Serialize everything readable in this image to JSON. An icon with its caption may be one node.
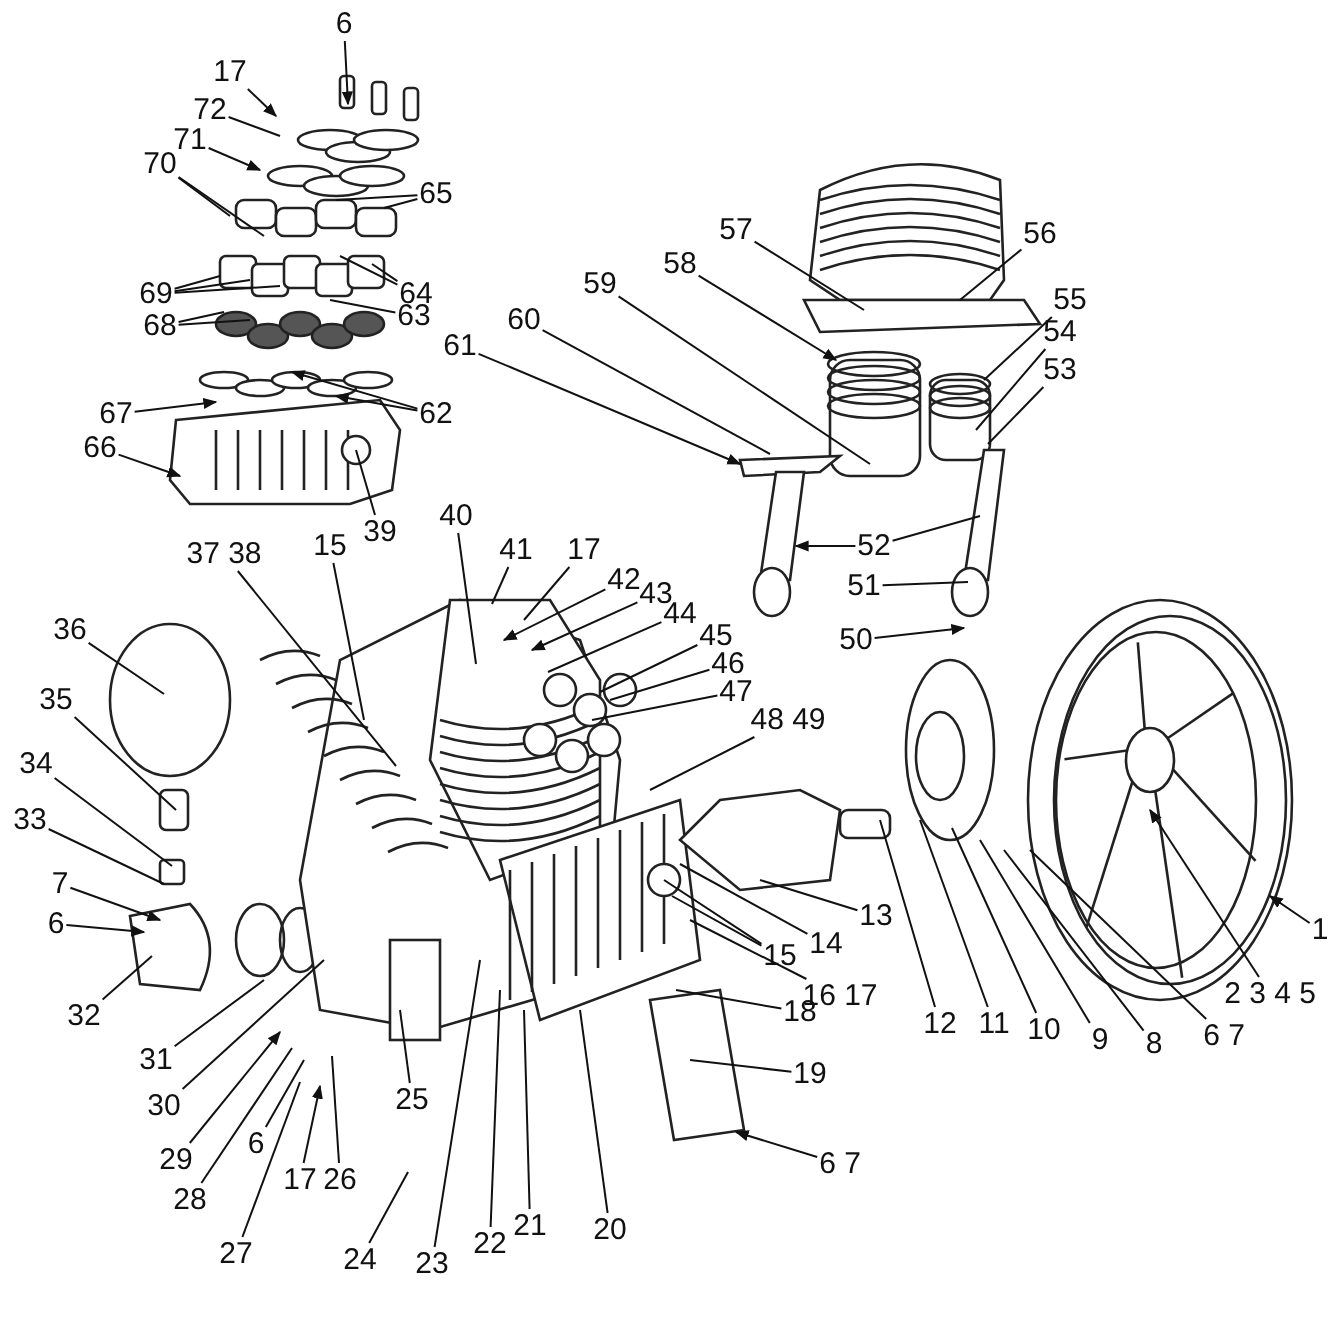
{
  "diagram": {
    "nodes": [
      {
        "text": [
          "6"
        ]
      },
      {
        "text": [
          "17"
        ]
      },
      {
        "text": [
          "72"
        ]
      },
      {
        "text": [
          "71"
        ]
      },
      {
        "text": [
          "70"
        ]
      },
      {
        "text": [
          "65"
        ]
      },
      {
        "text": [
          "69"
        ]
      },
      {
        "text": [
          "64"
        ]
      },
      {
        "text": [
          "63"
        ]
      },
      {
        "text": [
          "68"
        ]
      },
      {
        "text": [
          "62"
        ]
      },
      {
        "text": [
          "67"
        ]
      },
      {
        "text": [
          "66"
        ]
      },
      {
        "text": [
          "39"
        ]
      },
      {
        "text": [
          "57"
        ]
      },
      {
        "text": [
          "56"
        ]
      },
      {
        "text": [
          "58"
        ]
      },
      {
        "text": [
          "59"
        ]
      },
      {
        "text": [
          "55"
        ]
      },
      {
        "text": [
          "60"
        ]
      },
      {
        "text": [
          "54"
        ]
      },
      {
        "text": [
          "61"
        ]
      },
      {
        "text": [
          "53"
        ]
      },
      {
        "text": [
          "40"
        ]
      },
      {
        "text": [
          "52"
        ]
      },
      {
        "text": [
          "37 38"
        ]
      },
      {
        "text": [
          "15"
        ]
      },
      {
        "text": [
          "41"
        ]
      },
      {
        "text": [
          "17"
        ]
      },
      {
        "text": [
          "42"
        ]
      },
      {
        "text": [
          "51"
        ]
      },
      {
        "text": [
          "43"
        ]
      },
      {
        "text": [
          "44"
        ]
      },
      {
        "text": [
          "36"
        ]
      },
      {
        "text": [
          "50"
        ]
      },
      {
        "text": [
          "45"
        ]
      },
      {
        "text": [
          "46"
        ]
      },
      {
        "text": [
          "47"
        ]
      },
      {
        "text": [
          "35"
        ]
      },
      {
        "text": [
          "48 49"
        ]
      },
      {
        "text": [
          "34"
        ]
      },
      {
        "text": [
          "33"
        ]
      },
      {
        "text": [
          "7"
        ]
      },
      {
        "text": [
          "6"
        ]
      },
      {
        "text": [
          "1"
        ]
      },
      {
        "text": [
          "13"
        ]
      },
      {
        "text": [
          "14"
        ]
      },
      {
        "text": [
          "15"
        ]
      },
      {
        "text": [
          "2 3 4 5"
        ]
      },
      {
        "text": [
          "16 17"
        ]
      },
      {
        "text": [
          "18"
        ]
      },
      {
        "text": [
          "32"
        ]
      },
      {
        "text": [
          "12"
        ]
      },
      {
        "text": [
          "11"
        ]
      },
      {
        "text": [
          "10"
        ]
      },
      {
        "text": [
          "9"
        ]
      },
      {
        "text": [
          "8"
        ]
      },
      {
        "text": [
          "6 7"
        ]
      },
      {
        "text": [
          "31"
        ]
      },
      {
        "text": [
          "19"
        ]
      },
      {
        "text": [
          "30"
        ]
      },
      {
        "text": [
          "6 7"
        ]
      },
      {
        "text": [
          "29"
        ]
      },
      {
        "text": [
          "6"
        ]
      },
      {
        "text": [
          "17"
        ]
      },
      {
        "text": [
          "26"
        ]
      },
      {
        "text": [
          "25"
        ]
      },
      {
        "text": [
          "28"
        ]
      },
      {
        "text": [
          "20"
        ]
      },
      {
        "text": [
          "21"
        ]
      },
      {
        "text": [
          "22"
        ]
      },
      {
        "text": [
          "27"
        ]
      },
      {
        "text": [
          "24"
        ]
      },
      {
        "text": [
          "23"
        ]
      }
    ],
    "edges": [
      {
        "from": 0,
        "to": null,
        "arrow": "to"
      },
      {
        "from": 1,
        "to": null,
        "arrow": "to"
      },
      {
        "from": 2,
        "to": null,
        "arrow": "none"
      },
      {
        "from": 3,
        "to": null,
        "arrow": "to"
      },
      {
        "from": 4,
        "to": null,
        "arrow": "none"
      },
      {
        "from": 4,
        "to": null,
        "arrow": "none"
      },
      {
        "from": 5,
        "to": null,
        "arrow": "none"
      },
      {
        "from": 5,
        "to": null,
        "arrow": "none"
      },
      {
        "from": 6,
        "to": null,
        "arrow": "none"
      },
      {
        "from": 6,
        "to": null,
        "arrow": "none"
      },
      {
        "from": 6,
        "to": null,
        "arrow": "none"
      },
      {
        "from": 7,
        "to": null,
        "arrow": "none"
      },
      {
        "from": 7,
        "to": null,
        "arrow": "none"
      },
      {
        "from": 8,
        "to": null,
        "arrow": "none"
      },
      {
        "from": 9,
        "to": null,
        "arrow": "none"
      },
      {
        "from": 9,
        "to": null,
        "arrow": "none"
      },
      {
        "from": 10,
        "to": null,
        "arrow": "to"
      },
      {
        "from": 10,
        "to": null,
        "arrow": "to"
      },
      {
        "from": 11,
        "to": null,
        "arrow": "to"
      },
      {
        "from": 12,
        "to": null,
        "arrow": "to"
      },
      {
        "from": 13,
        "to": null,
        "arrow": "none"
      },
      {
        "from": 14,
        "to": null,
        "arrow": "none"
      },
      {
        "from": 15,
        "to": null,
        "arrow": "none"
      },
      {
        "from": 16,
        "to": null,
        "arrow": "to"
      },
      {
        "from": 17,
        "to": null,
        "arrow": "none"
      },
      {
        "from": 18,
        "to": null,
        "arrow": "none"
      },
      {
        "from": 19,
        "to": null,
        "arrow": "none"
      },
      {
        "from": 20,
        "to": null,
        "arrow": "none"
      },
      {
        "from": 21,
        "to": null,
        "arrow": "to"
      },
      {
        "from": 22,
        "to": null,
        "arrow": "none"
      },
      {
        "from": 23,
        "to": null,
        "arrow": "none"
      },
      {
        "from": 24,
        "to": null,
        "arrow": "to"
      },
      {
        "from": 24,
        "to": null,
        "arrow": "none"
      },
      {
        "from": 25,
        "to": null,
        "arrow": "none"
      },
      {
        "from": 26,
        "to": null,
        "arrow": "none"
      },
      {
        "from": 27,
        "to": null,
        "arrow": "none"
      },
      {
        "from": 28,
        "to": null,
        "arrow": "none"
      },
      {
        "from": 29,
        "to": null,
        "arrow": "to"
      },
      {
        "from": 30,
        "to": null,
        "arrow": "none"
      },
      {
        "from": 31,
        "to": null,
        "arrow": "to"
      },
      {
        "from": 32,
        "to": null,
        "arrow": "none"
      },
      {
        "from": 33,
        "to": null,
        "arrow": "none"
      },
      {
        "from": 34,
        "to": null,
        "arrow": "to"
      },
      {
        "from": 35,
        "to": null,
        "arrow": "none"
      },
      {
        "from": 36,
        "to": null,
        "arrow": "none"
      },
      {
        "from": 37,
        "to": null,
        "arrow": "none"
      },
      {
        "from": 38,
        "to": null,
        "arrow": "none"
      },
      {
        "from": 39,
        "to": null,
        "arrow": "none"
      },
      {
        "from": 40,
        "to": null,
        "arrow": "none"
      },
      {
        "from": 41,
        "to": null,
        "arrow": "none"
      },
      {
        "from": 42,
        "to": null,
        "arrow": "to"
      },
      {
        "from": 43,
        "to": null,
        "arrow": "to"
      },
      {
        "from": 44,
        "to": null,
        "arrow": "to"
      },
      {
        "from": 45,
        "to": null,
        "arrow": "none"
      },
      {
        "from": 46,
        "to": null,
        "arrow": "none"
      },
      {
        "from": 47,
        "to": null,
        "arrow": "none"
      },
      {
        "from": 47,
        "to": null,
        "arrow": "none"
      },
      {
        "from": 48,
        "to": null,
        "arrow": "to"
      },
      {
        "from": 49,
        "to": null,
        "arrow": "none"
      },
      {
        "from": 50,
        "to": null,
        "arrow": "none"
      },
      {
        "from": 51,
        "to": null,
        "arrow": "none"
      },
      {
        "from": 52,
        "to": null,
        "arrow": "none"
      },
      {
        "from": 53,
        "to": null,
        "arrow": "none"
      },
      {
        "from": 54,
        "to": null,
        "arrow": "none"
      },
      {
        "from": 55,
        "to": null,
        "arrow": "none"
      },
      {
        "from": 56,
        "to": null,
        "arrow": "none"
      },
      {
        "from": 57,
        "to": null,
        "arrow": "none"
      },
      {
        "from": 58,
        "to": null,
        "arrow": "none"
      },
      {
        "from": 59,
        "to": null,
        "arrow": "none"
      },
      {
        "from": 60,
        "to": null,
        "arrow": "none"
      },
      {
        "from": 61,
        "to": null,
        "arrow": "to"
      },
      {
        "from": 62,
        "to": null,
        "arrow": "to"
      },
      {
        "from": 63,
        "to": null,
        "arrow": "none"
      },
      {
        "from": 64,
        "to": null,
        "arrow": "to"
      },
      {
        "from": 65,
        "to": null,
        "arrow": "none"
      },
      {
        "from": 66,
        "to": null,
        "arrow": "none"
      },
      {
        "from": 67,
        "to": null,
        "arrow": "none"
      },
      {
        "from": 68,
        "to": null,
        "arrow": "none"
      },
      {
        "from": 69,
        "to": null,
        "arrow": "none"
      },
      {
        "from": 70,
        "to": null,
        "arrow": "none"
      },
      {
        "from": 71,
        "to": null,
        "arrow": "none"
      },
      {
        "from": 72,
        "to": null,
        "arrow": "none"
      },
      {
        "from": 73,
        "to": null,
        "arrow": "none"
      }
    ]
  }
}
